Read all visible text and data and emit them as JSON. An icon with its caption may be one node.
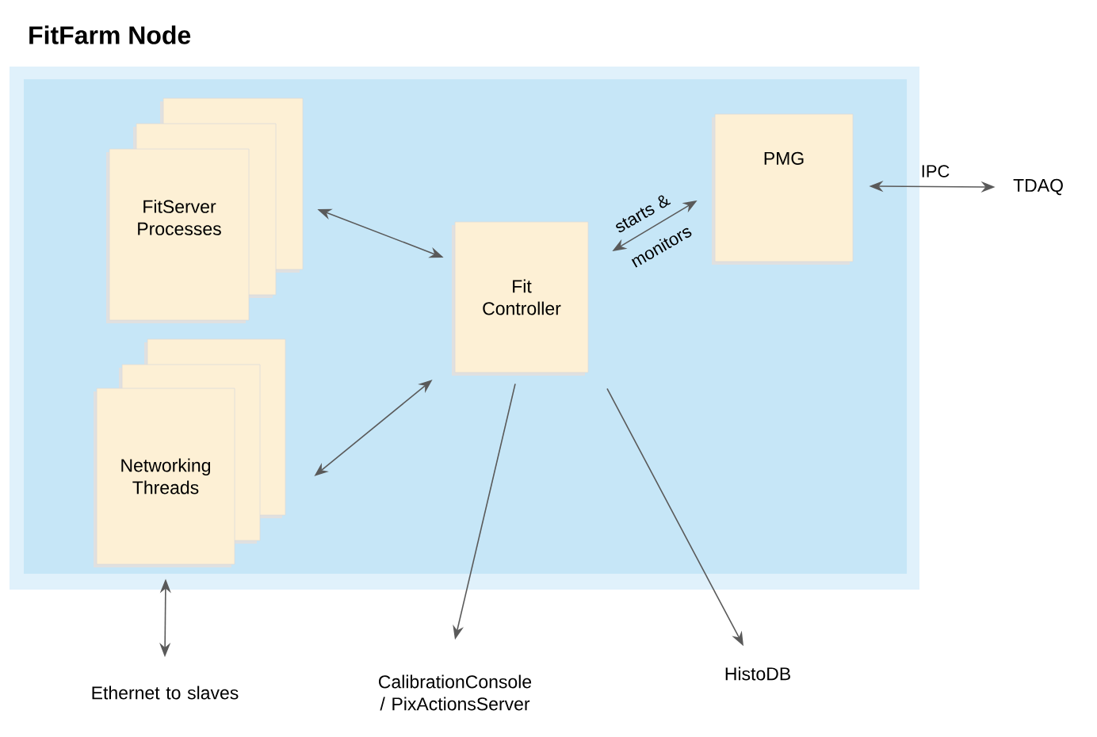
{
  "diagram": {
    "nodes": [
      {
        "text": [
          "FitFarm Node"
        ]
      },
      {
        "text": [
          "FitServer Processes"
        ],
        "in": 0
      },
      {
        "text": [
          "Networking Threads"
        ],
        "in": 0
      },
      {
        "text": [
          "Fit Controller"
        ],
        "in": 0
      },
      {
        "text": [
          "PMG"
        ],
        "in": 0
      },
      {
        "text": [
          "TDAQ"
        ]
      },
      {
        "text": [
          "Ethernet to slaves"
        ]
      },
      {
        "text": [
          "CalibrationConsole / PixActionsServer"
        ]
      },
      {
        "text": [
          "HistoDB"
        ]
      }
    ],
    "edges": [
      {
        "from": 1,
        "to": 3,
        "arrow": "both"
      },
      {
        "from": 2,
        "to": 3,
        "arrow": "both"
      },
      {
        "from": 3,
        "to": 4,
        "arrow": "both",
        "label": "starts & monitors"
      },
      {
        "from": 4,
        "to": 5,
        "arrow": "both",
        "label": "IPC"
      },
      {
        "from": 2,
        "to": 6,
        "arrow": "both"
      },
      {
        "from": 3,
        "to": 7,
        "arrow": "to"
      },
      {
        "from": 3,
        "to": 8,
        "arrow": "to"
      }
    ]
  }
}
